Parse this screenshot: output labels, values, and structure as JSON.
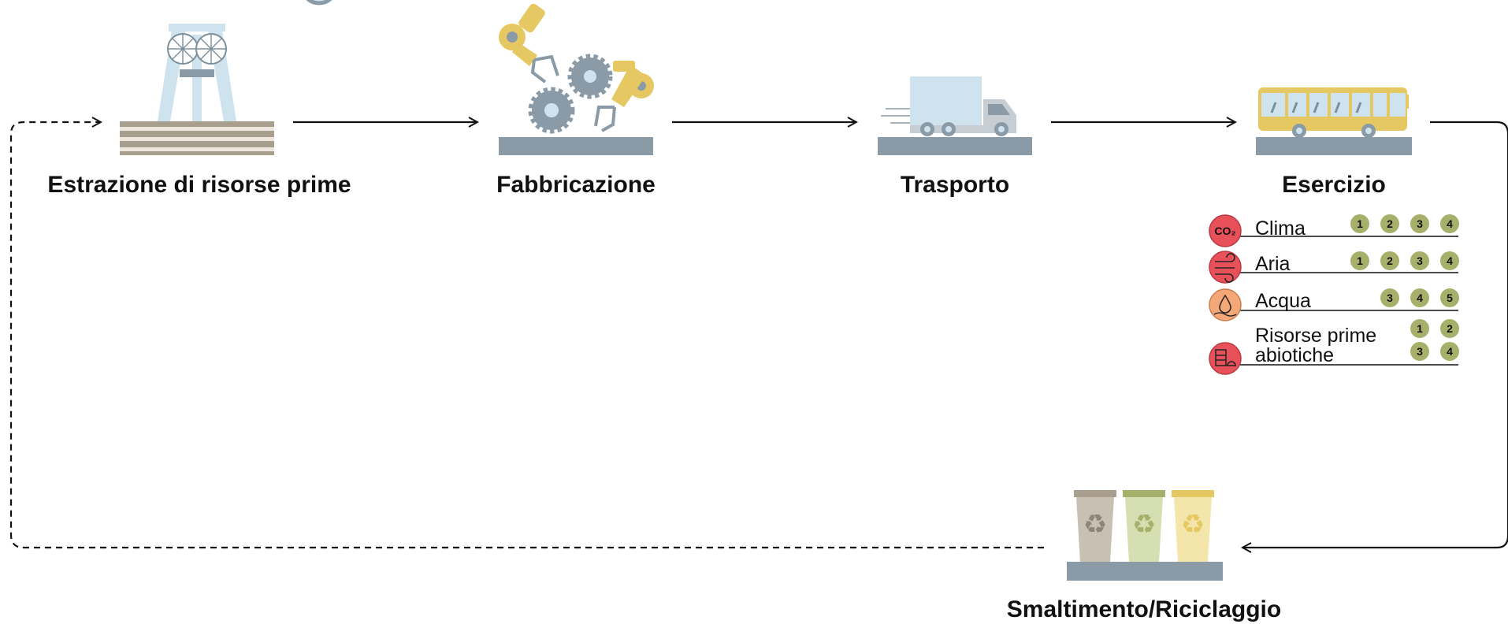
{
  "stages": {
    "extraction": "Estrazione di risorse prime",
    "manufacturing": "Fabbricazione",
    "transport": "Trasporto",
    "operation": "Esercizio",
    "disposal": "Smaltimento/Riciclaggio"
  },
  "impacts": [
    {
      "label": "Clima",
      "icon": "co2-cloud-icon",
      "badges": [
        "1",
        "2",
        "3",
        "4"
      ]
    },
    {
      "label": "Aria",
      "icon": "wind-icon",
      "badges": [
        "1",
        "2",
        "3",
        "4"
      ]
    },
    {
      "label": "Acqua",
      "icon": "water-drop-icon",
      "badges": [
        "3",
        "4",
        "5"
      ]
    },
    {
      "label_line1": "Risorse prime",
      "label_line2": "abiotiche",
      "icon": "abiotic-resources-icon",
      "badges": [
        "1",
        "2",
        "3",
        "4"
      ]
    }
  ],
  "icon_chars": {
    "co2": "CO₂",
    "drop": "💧"
  },
  "colors": {
    "platform": "#8a9ba7",
    "light_blue": "#cfe3ef",
    "yellow": "#e6c862",
    "badge_green": "#a7b06a",
    "impact_red": "#e8515a",
    "impact_orange": "#f4a877",
    "arrow": "#111111"
  }
}
